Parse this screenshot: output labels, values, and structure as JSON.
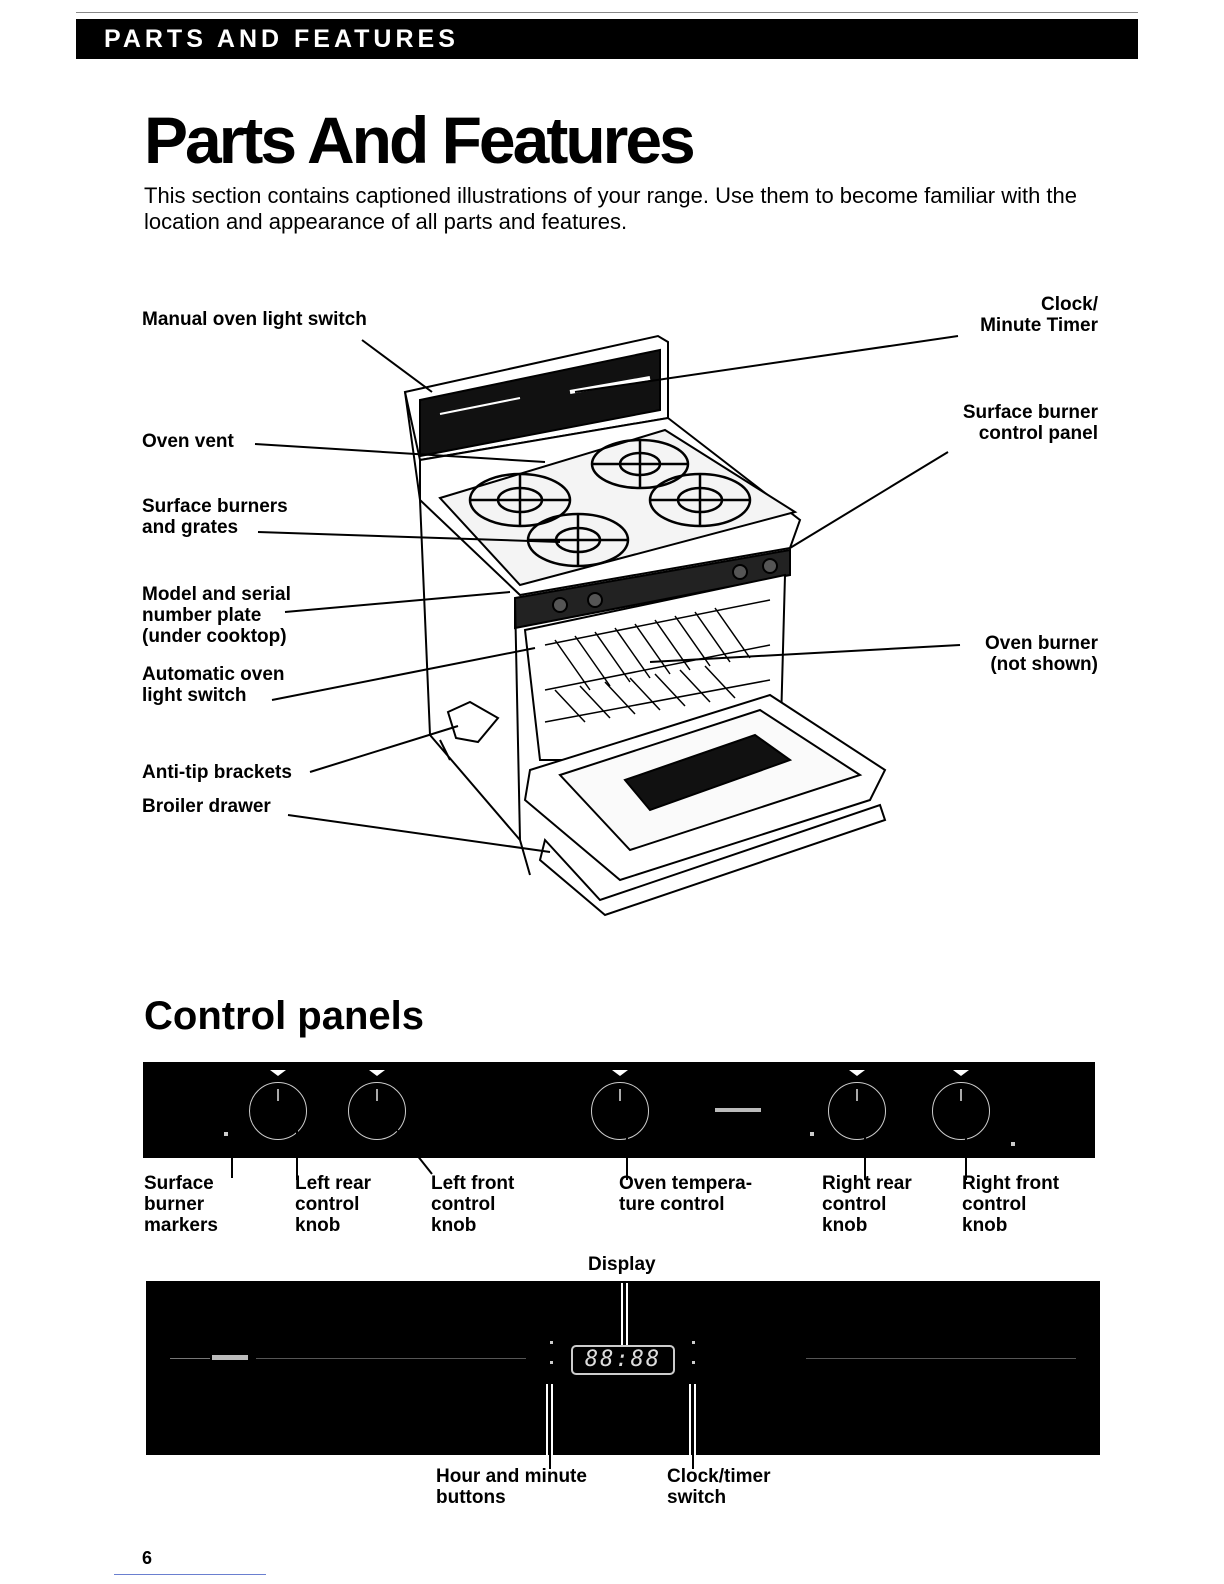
{
  "header": {
    "section": "PARTS AND FEATURES"
  },
  "title": "Parts And Features",
  "intro": "This section contains captioned illustrations of your range. Use them to become familiar with the location and appearance of all parts and features.",
  "range_labels": {
    "manual_light": "Manual oven light switch",
    "clock": "Clock/\nMinute Timer",
    "oven_vent": "Oven vent",
    "surface_panel": "Surface burner\ncontrol panel",
    "burners": "Surface burners\nand grates",
    "model_plate": "Model and serial\nnumber plate\n(under cooktop)",
    "auto_light": "Automatic oven\nlight switch",
    "oven_burner": "Oven burner\n(not shown)",
    "anti_tip": "Anti-tip brackets",
    "broiler": "Broiler drawer"
  },
  "control_panels": {
    "heading": "Control panels",
    "labels": {
      "markers": "Surface\nburner\nmarkers",
      "left_rear": "Left rear\ncontrol\nknob",
      "left_front": "Left front\ncontrol\nknob",
      "oven_temp": "Oven tempera-\nture control",
      "right_rear": "Right rear\ncontrol\nknob",
      "right_front": "Right front\ncontrol\nknob",
      "display": "Display",
      "hour_minute": "Hour and minute\nbuttons",
      "clock_timer": "Clock/timer\nswitch"
    },
    "display_value": "88:88"
  },
  "page_number": "6"
}
